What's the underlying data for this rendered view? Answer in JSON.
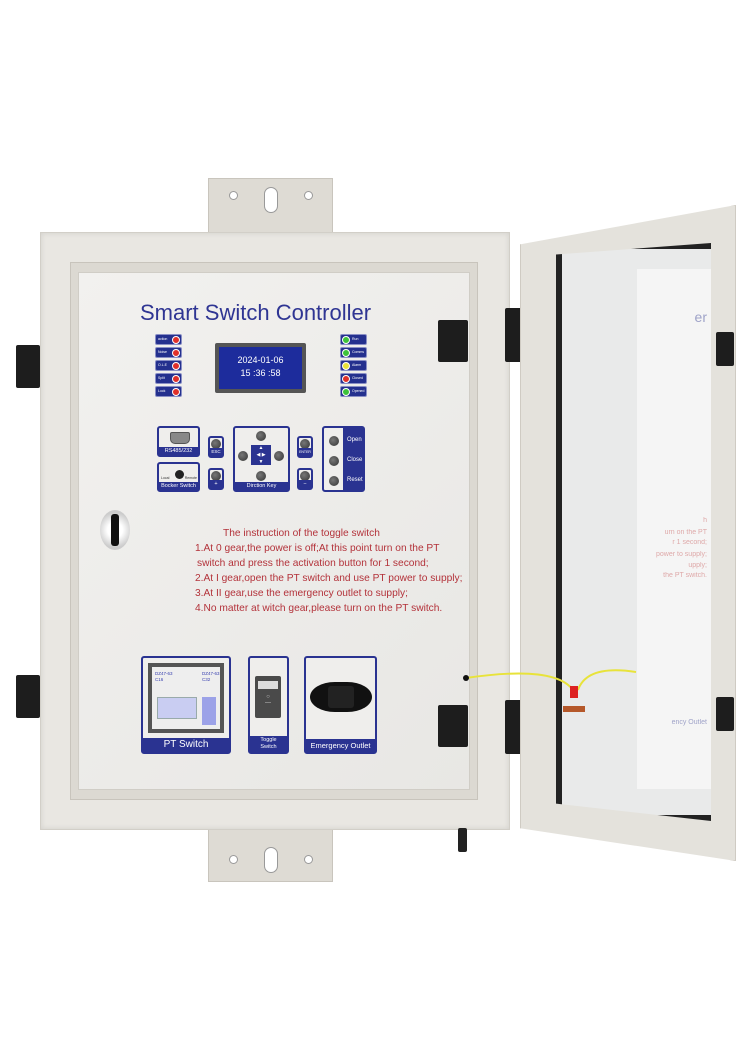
{
  "panel": {
    "title": "Smart Switch Controller",
    "display": {
      "date": "2024-01-06",
      "time": "15 :36 :58"
    },
    "left_indicators": [
      {
        "label": "action",
        "color": "#e0302a"
      },
      {
        "label": "Noise",
        "color": "#e0302a"
      },
      {
        "label": "O.L.E",
        "color": "#e0302a"
      },
      {
        "label": "Split",
        "color": "#e0302a"
      },
      {
        "label": "Lock",
        "color": "#e0302a"
      }
    ],
    "right_indicators": [
      {
        "label": "Run",
        "color": "#3dc23a"
      },
      {
        "label": "Comms",
        "color": "#3dc23a"
      },
      {
        "label": "Alarm",
        "color": "#e8e23a"
      },
      {
        "label": "Closed",
        "color": "#e0302a"
      },
      {
        "label": "Opened",
        "color": "#3dc23a"
      }
    ],
    "controls": {
      "port_label": "RS485/232",
      "rocker_label": "Bocker Switch",
      "rocker_local": "Local",
      "rocker_remote": "Remote",
      "esc": "ESC",
      "plus": "+",
      "direction_label": "Dirction Key",
      "enter": "ENTER",
      "minus": "−",
      "open": "Open",
      "close": "Close",
      "reset": "Reset"
    },
    "instructions": [
      "The instruction of the toggle switch",
      "1.At 0 gear,the power is off;At this point turn on the PT",
      "switch and press the activation button for 1 second;",
      "2.At I gear,open the PT switch and use PT power to supply;",
      "3.At II gear,use the emergency outlet to supply;",
      "4.No matter at witch gear,please turn on the PT switch."
    ],
    "pt_switch": {
      "label": "PT Switch",
      "breaker1_model": "DZ47-63",
      "breaker1_rating": "C16",
      "breaker2_model": "DZ47-63",
      "breaker2_rating": "C32"
    },
    "toggle_switch": {
      "label": "Toggle Switch"
    },
    "outlet": {
      "label": "Emergency Outlet"
    }
  },
  "door_reflection": [
    "er",
    "h",
    "urn on the PT",
    "r 1 second;",
    "power to supply;",
    "upply;",
    "the PT switch.",
    "ency Outlet"
  ],
  "colors": {
    "brand_blue": "#2a3391",
    "instruction_red": "#b3323a",
    "lcd_blue": "#1d2c9c"
  }
}
